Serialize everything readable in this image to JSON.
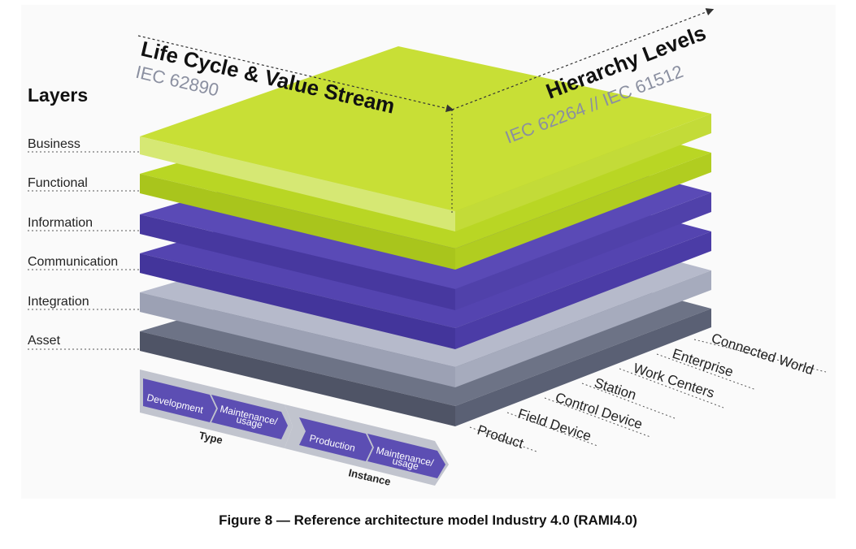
{
  "layers_title": "Layers",
  "layers": [
    "Business",
    "Functional",
    "Information",
    "Communication",
    "Integration",
    "Asset"
  ],
  "life_cycle": {
    "title": "Life Cycle & Value Stream",
    "standard": "IEC 62890"
  },
  "hierarchy": {
    "title": "Hierarchy Levels",
    "standard": "IEC 62264 // IEC 61512"
  },
  "hierarchy_levels": [
    "Product",
    "Field Device",
    "Control Device",
    "Station",
    "Work Centers",
    "Enterprise",
    "Connected World"
  ],
  "type_bar": {
    "label": "Type",
    "steps": [
      "Development",
      "Maintenance/",
      "usage"
    ]
  },
  "instance_bar": {
    "label": "Instance",
    "steps": [
      "Production",
      "Maintenance/",
      "usage"
    ]
  },
  "caption": "Figure 8 — Reference architecture model Industry 4.0 (RAMI4.0)",
  "colors": {
    "lime": "#c3dc2a",
    "lime_light": "#d9ea7a",
    "purple": "#4a3ca8",
    "purple_light": "#6a5fbe",
    "gray_light": "#a9adbf",
    "gray_dark": "#5f6578",
    "chevron": "#5c4eb3",
    "bar": "#bfc2cc"
  }
}
